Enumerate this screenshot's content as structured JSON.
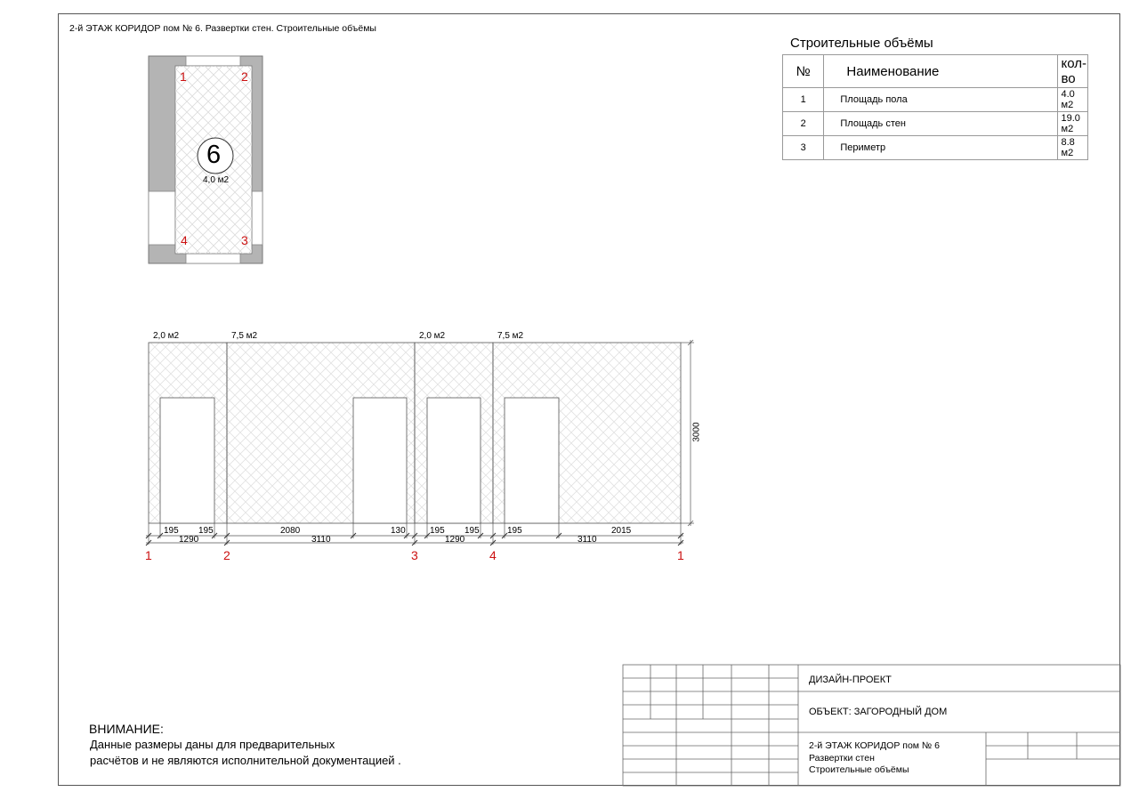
{
  "sheet": {
    "header": "2-й ЭТАЖ  КОРИДОР пом  № 6. Развертки стен. Строительные объёмы"
  },
  "plan": {
    "room_number": "6",
    "room_area": "4,0 м2",
    "corners": [
      "1",
      "2",
      "3",
      "4"
    ]
  },
  "volumes_table": {
    "title": "Строительные объёмы",
    "headers": [
      "№",
      "Наименование",
      "кол-во"
    ],
    "rows": [
      {
        "n": "1",
        "name": "Площадь пола",
        "qty": "4.0 м2"
      },
      {
        "n": "2",
        "name": "Площадь стен",
        "qty": "19.0 м2"
      },
      {
        "n": "3",
        "name": "Периметр",
        "qty": "8.8 м2"
      }
    ]
  },
  "elevation": {
    "wall_areas": [
      "2,0 м2",
      "7,5 м2",
      "2,0 м2",
      "7,5 м2"
    ],
    "height_dim": "3000",
    "sub_dims": [
      "195",
      "195",
      "2080",
      "130",
      "195",
      "195",
      "195",
      "2015"
    ],
    "wall_dims": [
      "1290",
      "3110",
      "1290",
      "3110"
    ],
    "corner_labels": [
      "1",
      "2",
      "3",
      "4",
      "1"
    ]
  },
  "notice": {
    "title": "ВНИМАНИЕ:",
    "line1": "Данные размеры даны для предварительных",
    "line2": "расчётов и не являются исполнительной документацией ."
  },
  "title_block": {
    "project": "ДИЗАЙН-ПРОЕКТ",
    "object": "ОБЪЕКТ: ЗАГОРОДНЫЙ ДОМ",
    "desc1": "2-й ЭТАЖ  КОРИДОР пом  № 6",
    "desc2": "Развертки стен",
    "desc3": "Строительные объёмы"
  },
  "colors": {
    "frame": "#555555",
    "wall_fill": "#b4b4b4",
    "marker_red": "#cc1111",
    "hatch": "#e0e0e0"
  }
}
